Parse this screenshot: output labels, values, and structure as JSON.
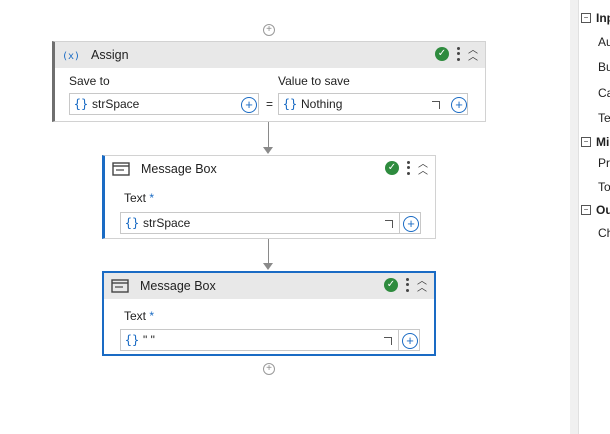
{
  "assign": {
    "title": "Assign",
    "icon": "variable-x-icon",
    "save_to_label": "Save to",
    "save_to_value": "strSpace",
    "value_label": "Value to save",
    "value_value": "Nothing",
    "equals": "="
  },
  "message_box_1": {
    "title": "Message Box",
    "icon": "message-box-icon",
    "text_label": "Text",
    "required_marker": "*",
    "text_value": "strSpace"
  },
  "message_box_2": {
    "title": "Message Box",
    "icon": "message-box-icon",
    "text_label": "Text",
    "required_marker": "*",
    "text_value": "\" \""
  },
  "field_prefix": "{}",
  "properties_panel": {
    "groups": [
      {
        "label": "Inp",
        "items": [
          "Au",
          "Bu",
          "Ca",
          "Tex"
        ]
      },
      {
        "label": "Mi",
        "items": [
          "Pri",
          "To"
        ]
      },
      {
        "label": "Ou",
        "items": [
          "Ch"
        ]
      }
    ]
  },
  "colors": {
    "accent": "#1a6bc4",
    "valid": "#2e8b3e",
    "connector": "#8a8a8a"
  }
}
